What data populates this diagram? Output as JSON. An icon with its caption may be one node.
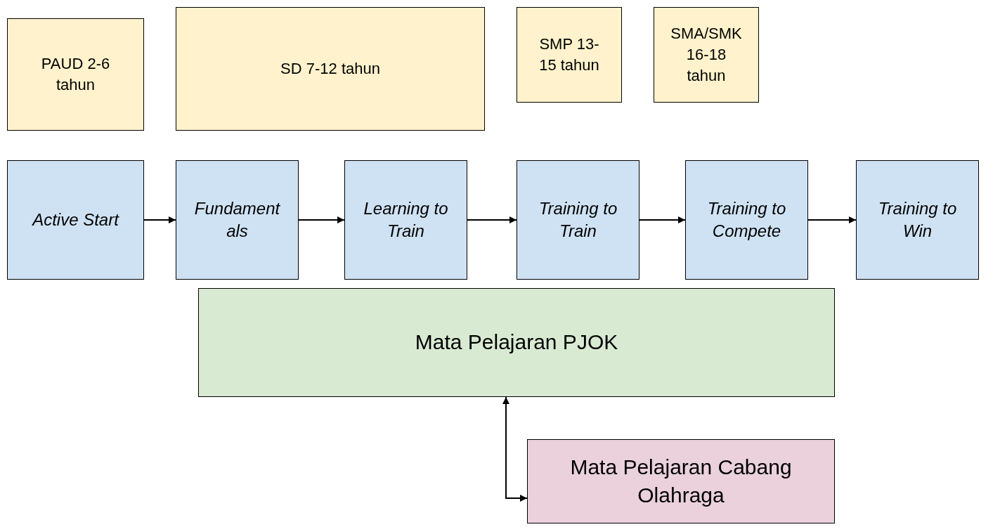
{
  "diagram": {
    "nodes": [
      {
        "text": [
          "PAUD 2-6 tahun"
        ]
      },
      {
        "text": [
          "SD 7-12 tahun"
        ]
      },
      {
        "text": [
          "SMP 13-15 tahun"
        ]
      },
      {
        "text": [
          "SMA/SMK 16-18 tahun"
        ]
      },
      {
        "text": [
          "Active Start"
        ]
      },
      {
        "text": [
          "Fundamentals"
        ]
      },
      {
        "text": [
          "Learning to Train"
        ]
      },
      {
        "text": [
          "Training to Train"
        ]
      },
      {
        "text": [
          "Training to Compete"
        ]
      },
      {
        "text": [
          "Training to Win"
        ]
      },
      {
        "text": [
          "Mata Pelajaran PJOK"
        ]
      },
      {
        "text": [
          "Mata Pelajaran Cabang Olahraga"
        ]
      }
    ],
    "edges": [
      {
        "from": 4,
        "to": 5,
        "arrow": "to"
      },
      {
        "from": 5,
        "to": 6,
        "arrow": "to"
      },
      {
        "from": 6,
        "to": 7,
        "arrow": "to"
      },
      {
        "from": 7,
        "to": 8,
        "arrow": "to"
      },
      {
        "from": 8,
        "to": 9,
        "arrow": "to"
      },
      {
        "from": 10,
        "to": 11,
        "arrow": "both"
      }
    ]
  }
}
